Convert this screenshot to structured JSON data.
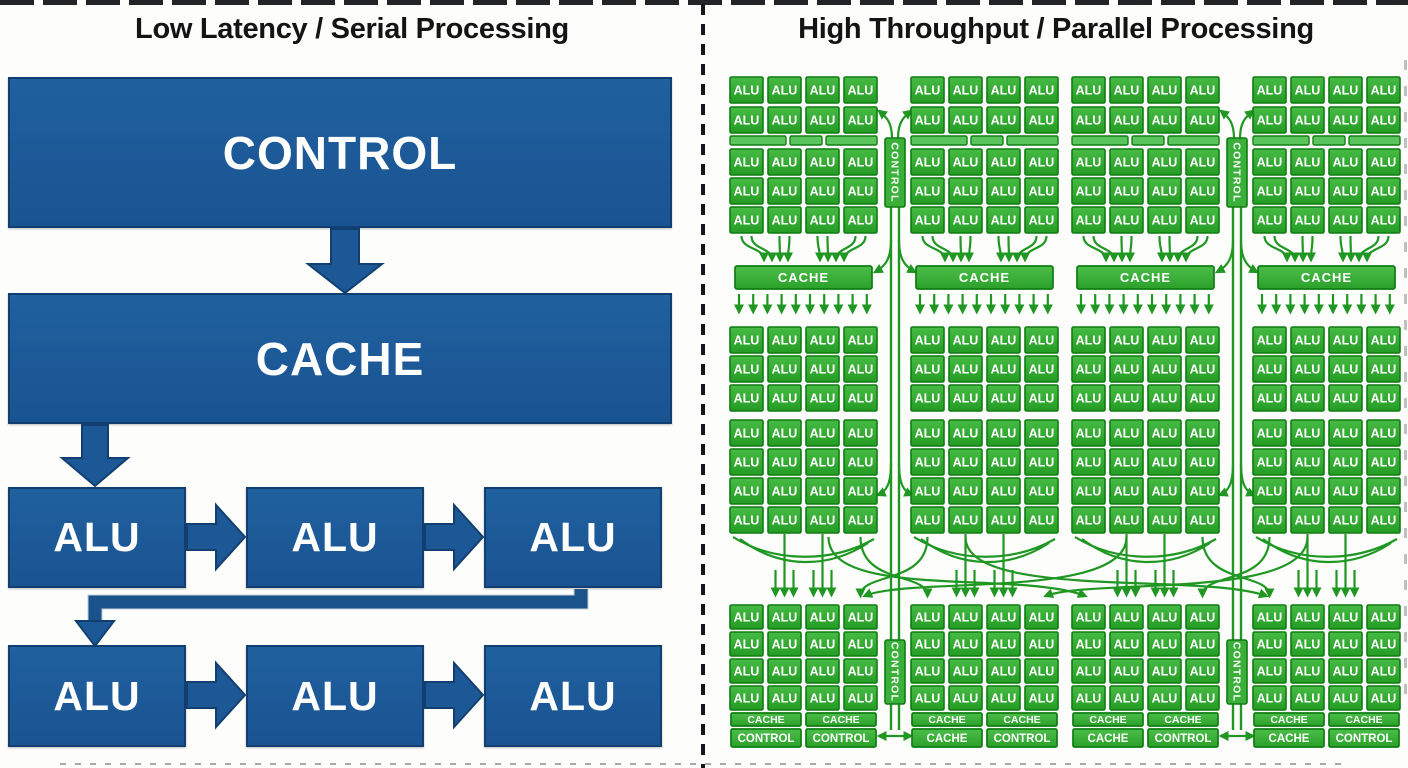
{
  "left_panel": {
    "title": "Low Latency / Serial Processing",
    "control_label": "CONTROL",
    "cache_label": "CACHE",
    "alu_label": "ALU",
    "alu_rows": 2,
    "alus_per_row": 3,
    "colors": {
      "fill": "#1c5896",
      "border": "#123f70",
      "text": "#ffffff"
    }
  },
  "right_panel": {
    "title": "High Throughput / Parallel Processing",
    "alu_label": "ALU",
    "cache_label": "CACHE",
    "control_label": "CONTROL",
    "group_count": 4,
    "columns_per_group": 4,
    "top_grid": {
      "rows_above_register": 2,
      "rows_below_register": 3,
      "register_segments": 3
    },
    "cache_fanin_arrows_per_group": 8,
    "cache_out_arrows_per_group": 10,
    "mid_grid_a_rows": 3,
    "mid_grid_b_rows": 4,
    "bottom_grid_rows": 4,
    "bottom_bars": [
      {
        "row1": [
          "CACHE",
          "CACHE"
        ],
        "row2": [
          "CONTROL",
          "CONTROL"
        ]
      },
      {
        "row1": [
          "CACHE",
          "CACHE"
        ],
        "row2": [
          "CACHE",
          "CONTROL"
        ]
      },
      {
        "row1": [
          "CACHE",
          "CACHE"
        ],
        "row2": [
          "CACHE",
          "CONTROL"
        ]
      },
      {
        "row1": [
          "CACHE",
          "CACHE"
        ],
        "row2": [
          "CACHE",
          "CONTROL"
        ]
      }
    ],
    "colors": {
      "cell_top": "#44b944",
      "cell_bottom": "#249c24",
      "border": "#0f7d12",
      "line": "#1f9722",
      "text": "#ffffff"
    }
  },
  "divider": {
    "style": "dashed",
    "color": "#14161c"
  }
}
